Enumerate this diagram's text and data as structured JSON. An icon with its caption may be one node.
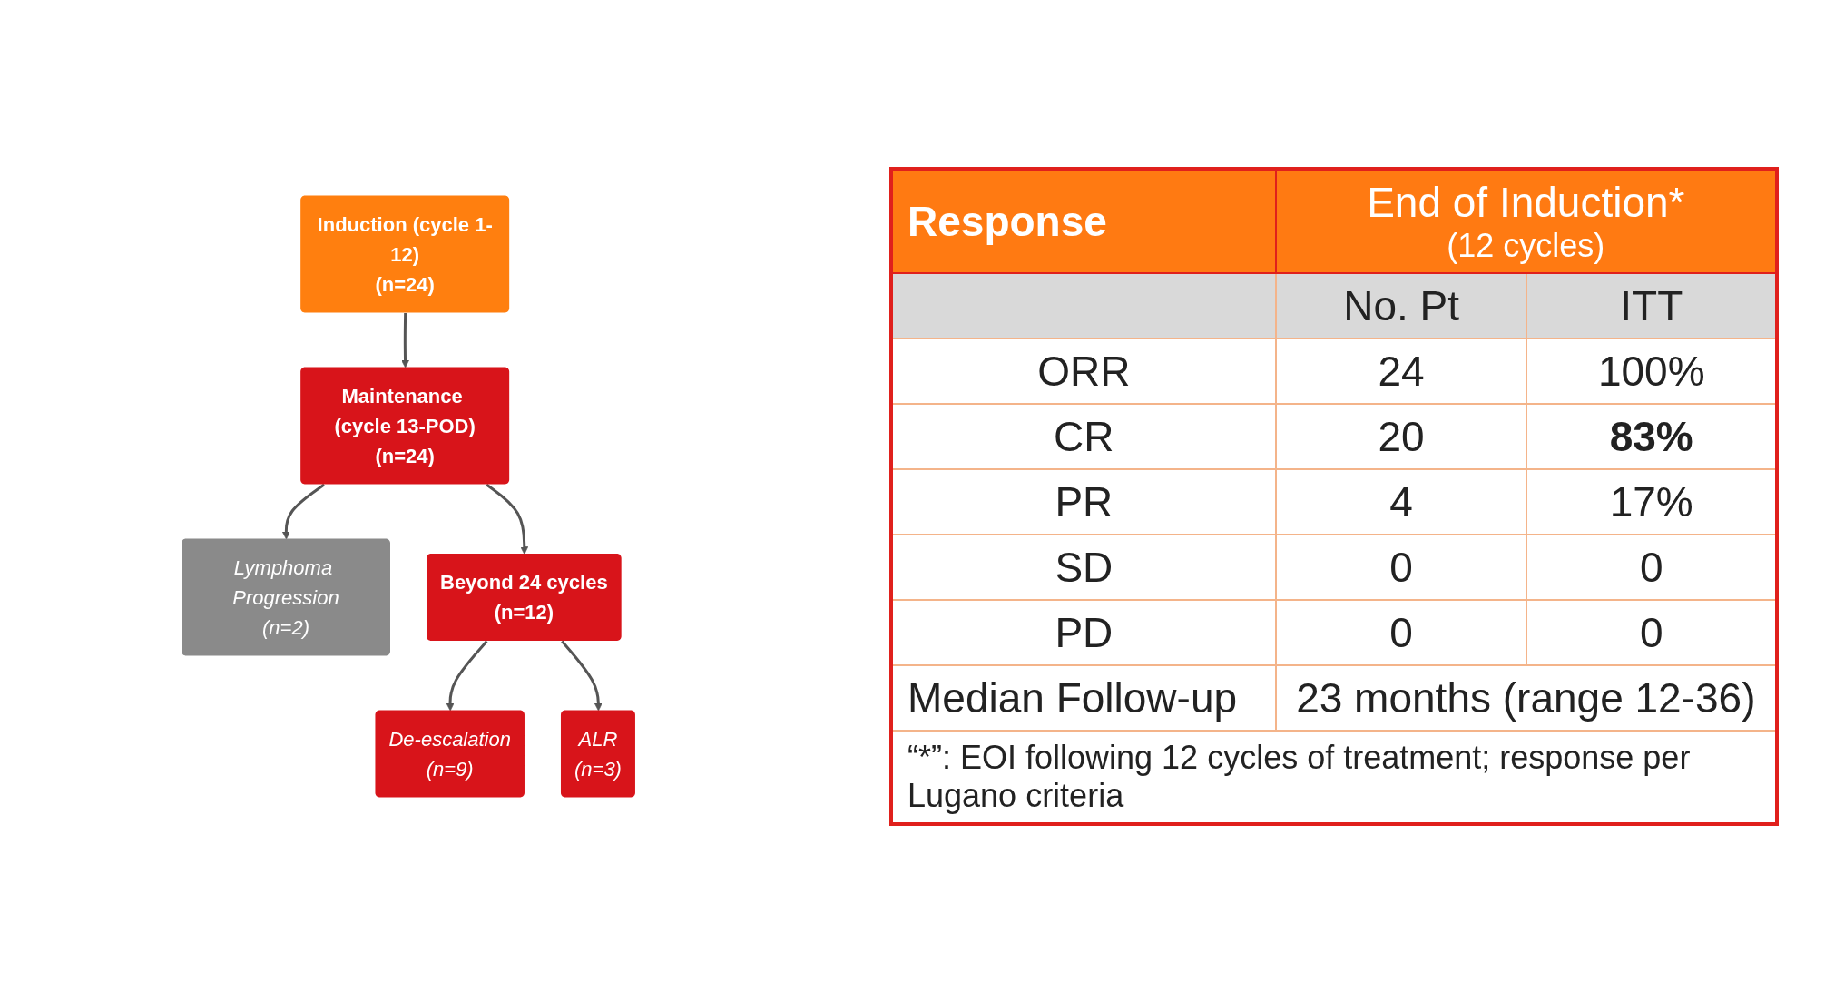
{
  "diagram": {
    "nodes": [
      {
        "text": [
          "Induction (cycle 1-12)",
          "(n=24)"
        ]
      },
      {
        "text": [
          "Maintenance (cycle 13-POD)",
          "(n=24)"
        ]
      },
      {
        "text": [
          "Lymphoma Progression",
          "(n=2)"
        ]
      },
      {
        "text": [
          "Beyond 24 cycles",
          "(n=12)"
        ]
      },
      {
        "text": [
          "De-escalation",
          "(n=9)"
        ]
      },
      {
        "text": [
          "ALR",
          "(n=3)"
        ]
      }
    ],
    "edges": [
      {
        "from": 0,
        "to": 1,
        "arrow": "to"
      },
      {
        "from": 1,
        "to": 3,
        "arrow": "to"
      },
      {
        "from": 1,
        "to": 2,
        "arrow": "to"
      },
      {
        "from": 3,
        "to": 4,
        "arrow": "to"
      },
      {
        "from": 3,
        "to": 5,
        "arrow": "to"
      }
    ],
    "labels": [
      "Response",
      "End of Induction*",
      "(12 cycles)",
      "No. Pt",
      "ITT",
      "ORR",
      "24",
      "100%",
      "CR",
      "20",
      "83%",
      "PR",
      "4",
      "17%",
      "SD",
      "0",
      "0",
      "PD",
      "0",
      "0",
      "Median Follow-up",
      "23 months (range 12-36)",
      "“*”: EOI following 12 cycles of treatment; response per Lugano criteria"
    ]
  }
}
